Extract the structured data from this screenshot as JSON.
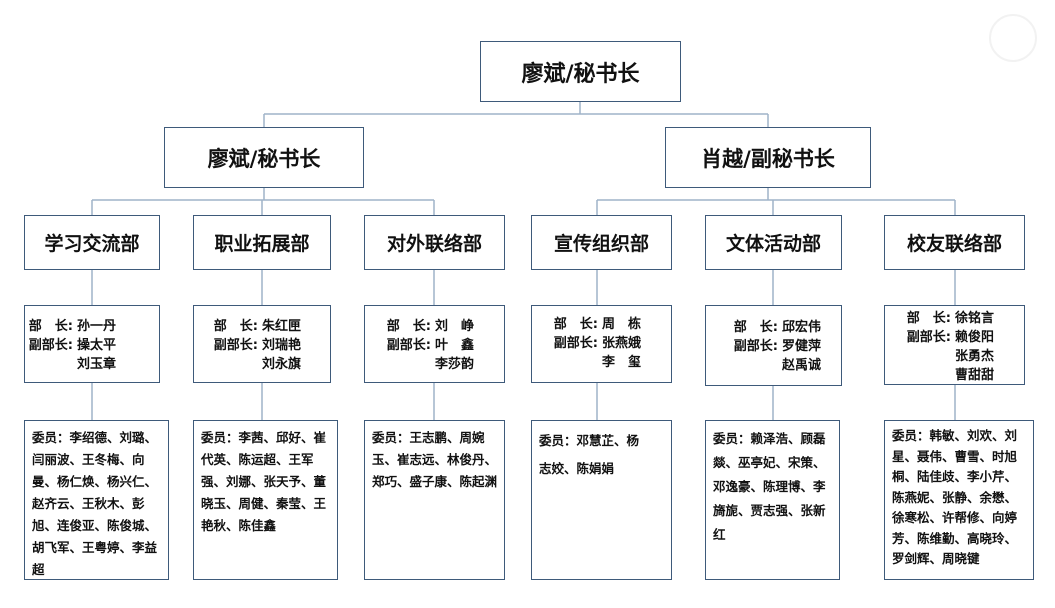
{
  "top": {
    "title": "廖斌/秘书长"
  },
  "branches": [
    {
      "title": "廖斌/秘书长"
    },
    {
      "title": "肖越/副秘书长"
    }
  ],
  "departments": [
    {
      "name": "学习交流部",
      "head_label": "部　长:",
      "head": "孙一丹",
      "deputy_label": "副部长:",
      "deputies": [
        "操太平",
        "刘玉章"
      ],
      "members": "委员：李绍德、刘璐、闫丽波、王冬梅、向曼、杨仁焕、杨兴仁、赵齐云、王秋木、彭旭、连俊亚、陈俊城、胡飞军、王粤婷、李益超"
    },
    {
      "name": "职业拓展部",
      "head_label": "部　长:",
      "head": "朱红匣",
      "deputy_label": "副部长:",
      "deputies": [
        "刘瑞艳",
        "刘永旗"
      ],
      "members": "委员：李茜、邱好、崔代英、陈运超、王军强、刘娜、张天予、董晓玉、周健、秦莹、王艳秋、陈佳鑫"
    },
    {
      "name": "对外联络部",
      "head_label": "部　长:",
      "head": "刘　峥",
      "deputy_label": "副部长:",
      "deputies": [
        "叶　鑫",
        "李莎韵"
      ],
      "members": "委员：王志鹏、周婉玉、崔志远、林俊丹、郑巧、盛子康、陈起渊"
    },
    {
      "name": "宣传组织部",
      "head_label": "部　长:",
      "head": "周　栋",
      "deputy_label": "副部长:",
      "deputies": [
        "张燕娥",
        "李　玺"
      ],
      "members": "委员：邓慧芷、杨志姣、陈娟娟"
    },
    {
      "name": "文体活动部",
      "head_label": "部　长:",
      "head": "邱宏伟",
      "deputy_label": "副部长:",
      "deputies": [
        "罗健萍",
        "赵禹诚"
      ],
      "members": "委员：赖泽浩、顾磊燚、巫亭妃、宋策、邓逸豪、陈理博、李旖旎、贾志强、张新红"
    },
    {
      "name": "校友联络部",
      "head_label": "部　长:",
      "head": "徐铭言",
      "deputy_label": "副部长:",
      "deputies": [
        "赖俊阳",
        "张勇杰",
        "曹甜甜"
      ],
      "members": "委员：韩敏、刘欢、刘星、聂伟、曹雪、时旭桐、陆佳歧、李小芹、陈燕妮、张静、余懋、徐寒松、许帮修、向婷芳、陈维勤、高晓玲、罗剑辉、周晓键"
    }
  ]
}
